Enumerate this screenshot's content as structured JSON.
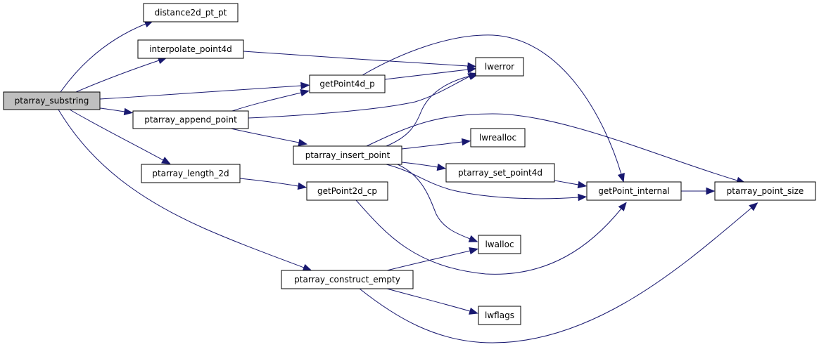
{
  "graph": {
    "title": "ptarray_substring call graph",
    "edge_color": "#191970",
    "root_fill": "#bfbfbf",
    "nodes": [
      {
        "id": "ptarray_substring",
        "label": "ptarray_substring",
        "root": true
      },
      {
        "id": "distance2d_pt_pt",
        "label": "distance2d_pt_pt"
      },
      {
        "id": "interpolate_point4d",
        "label": "interpolate_point4d"
      },
      {
        "id": "getPoint4d_p",
        "label": "getPoint4d_p"
      },
      {
        "id": "ptarray_append_point",
        "label": "ptarray_append_point"
      },
      {
        "id": "ptarray_length_2d",
        "label": "ptarray_length_2d"
      },
      {
        "id": "ptarray_construct_empty",
        "label": "ptarray_construct_empty"
      },
      {
        "id": "lwerror",
        "label": "lwerror"
      },
      {
        "id": "ptarray_insert_point",
        "label": "ptarray_insert_point"
      },
      {
        "id": "getPoint2d_cp",
        "label": "getPoint2d_cp"
      },
      {
        "id": "lwrealloc",
        "label": "lwrealloc"
      },
      {
        "id": "ptarray_set_point4d",
        "label": "ptarray_set_point4d"
      },
      {
        "id": "getPoint_internal",
        "label": "getPoint_internal"
      },
      {
        "id": "ptarray_point_size",
        "label": "ptarray_point_size"
      },
      {
        "id": "lwalloc",
        "label": "lwalloc"
      },
      {
        "id": "lwflags",
        "label": "lwflags"
      }
    ],
    "edges": [
      {
        "from": "ptarray_substring",
        "to": "distance2d_pt_pt"
      },
      {
        "from": "ptarray_substring",
        "to": "interpolate_point4d"
      },
      {
        "from": "ptarray_substring",
        "to": "getPoint4d_p"
      },
      {
        "from": "ptarray_substring",
        "to": "ptarray_append_point"
      },
      {
        "from": "ptarray_substring",
        "to": "ptarray_length_2d"
      },
      {
        "from": "ptarray_substring",
        "to": "ptarray_construct_empty"
      },
      {
        "from": "interpolate_point4d",
        "to": "lwerror"
      },
      {
        "from": "getPoint4d_p",
        "to": "lwerror"
      },
      {
        "from": "getPoint4d_p",
        "to": "getPoint_internal"
      },
      {
        "from": "ptarray_append_point",
        "to": "getPoint4d_p"
      },
      {
        "from": "ptarray_append_point",
        "to": "lwerror"
      },
      {
        "from": "ptarray_append_point",
        "to": "ptarray_insert_point"
      },
      {
        "from": "ptarray_insert_point",
        "to": "lwerror"
      },
      {
        "from": "ptarray_insert_point",
        "to": "ptarray_point_size"
      },
      {
        "from": "ptarray_insert_point",
        "to": "lwrealloc"
      },
      {
        "from": "ptarray_insert_point",
        "to": "ptarray_set_point4d"
      },
      {
        "from": "ptarray_insert_point",
        "to": "getPoint_internal"
      },
      {
        "from": "ptarray_insert_point",
        "to": "lwalloc"
      },
      {
        "from": "ptarray_length_2d",
        "to": "getPoint2d_cp"
      },
      {
        "from": "getPoint2d_cp",
        "to": "getPoint_internal"
      },
      {
        "from": "ptarray_set_point4d",
        "to": "getPoint_internal"
      },
      {
        "from": "getPoint_internal",
        "to": "ptarray_point_size"
      },
      {
        "from": "ptarray_construct_empty",
        "to": "lwalloc"
      },
      {
        "from": "ptarray_construct_empty",
        "to": "lwflags"
      },
      {
        "from": "ptarray_construct_empty",
        "to": "ptarray_point_size"
      }
    ]
  }
}
